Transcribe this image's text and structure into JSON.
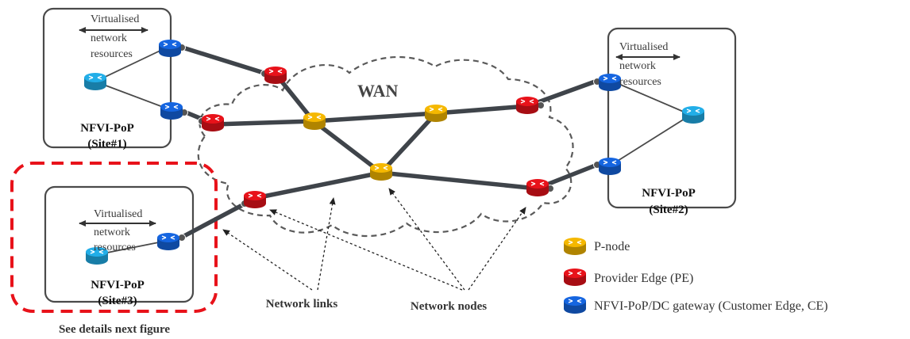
{
  "wan": {
    "label": "WAN"
  },
  "sites": [
    {
      "title": "NFVI-PoP",
      "subtitle": "(Site#1)",
      "resources": [
        "Virtualised",
        "network",
        "resources"
      ]
    },
    {
      "title": "NFVI-PoP",
      "subtitle": "(Site#2)",
      "resources": [
        "Virtualised",
        "network",
        "resources"
      ]
    },
    {
      "title": "NFVI-PoP",
      "subtitle": "(Site#3)",
      "resources": [
        "Virtualised",
        "network",
        "resources"
      ]
    }
  ],
  "annotations": {
    "network_links": "Network links",
    "network_nodes": "Network nodes",
    "see_details": "See details next figure"
  },
  "legend": [
    {
      "label": "P-node",
      "color": "#f5b800"
    },
    {
      "label": "Provider Edge (PE)",
      "color": "#e8121a"
    },
    {
      "label": "NFVI-PoP/DC gateway (Customer Edge, CE)",
      "color": "#1565e0"
    }
  ],
  "colors": {
    "p_node": "#f5b800",
    "pe": "#e8121a",
    "ce": "#1565e0",
    "host": "#22aee8",
    "link": "#3f444a",
    "highlight": "#e8121a"
  },
  "icons": {
    "router": "router-icon",
    "arrow": "dotted-arrow",
    "cloud": "wan-cloud"
  }
}
